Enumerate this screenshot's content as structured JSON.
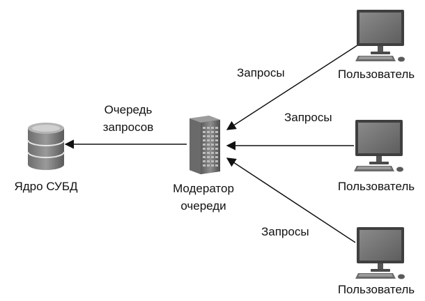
{
  "nodes": {
    "core": {
      "label": "Ядро СУБД"
    },
    "moderator": {
      "label_line1": "Модератор",
      "label_line2": "очереди"
    },
    "users": [
      {
        "label": "Пользователь"
      },
      {
        "label": "Пользователь"
      },
      {
        "label": "Пользователь"
      }
    ]
  },
  "edges": {
    "queue": {
      "label_line1": "Очередь",
      "label_line2": "запросов"
    },
    "requests": [
      {
        "label": "Запросы"
      },
      {
        "label": "Запросы"
      },
      {
        "label": "Запросы"
      }
    ]
  },
  "colors": {
    "line": "#111111",
    "icon_dark": "#4a4a4a",
    "icon_mid": "#8a8a8a",
    "icon_light": "#c8c8c8",
    "screen": "#6e6e6e"
  }
}
